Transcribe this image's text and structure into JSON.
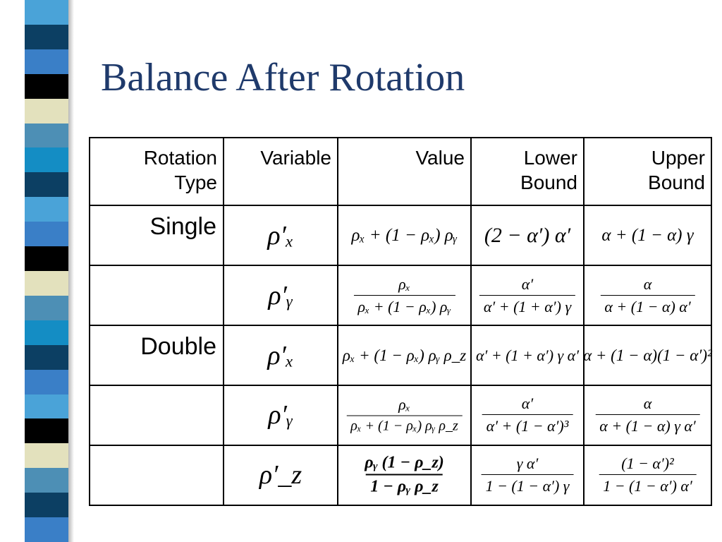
{
  "slide": {
    "title": "Balance After Rotation",
    "stripe_colors": [
      "#4aa3d8",
      "#0c3f63",
      "#3a7fc7",
      "#000000",
      "#e3e1bd",
      "#4d8fb5",
      "#148dc4",
      "#0c3f63",
      "#4aa3d8",
      "#3a7fc7",
      "#000000",
      "#e3e1bd",
      "#4d8fb5",
      "#148dc4",
      "#0c3f63",
      "#3a7fc7",
      "#4aa3d8",
      "#000000",
      "#e3e1bd",
      "#4d8fb5",
      "#0c3f63",
      "#3a7fc7"
    ]
  },
  "table": {
    "headers": [
      "Rotation\nType",
      "Variable",
      "Value",
      "Lower\nBound",
      "Upper\nBound"
    ],
    "rows": [
      {
        "type": "Single",
        "variable": "ρ′ₓ",
        "value": "ρₓ + (1 − ρₓ) ρᵧ",
        "lower": "(2 − α′) α′",
        "upper": "α + (1 − α) γ"
      },
      {
        "type": "",
        "variable": "ρ′ᵧ",
        "value_num": "ρₓ",
        "value_den": "ρₓ + (1 − ρₓ) ρᵧ",
        "lower_num": "α′",
        "lower_den": "α′ + (1 + α′) γ",
        "upper_num": "α",
        "upper_den": "α + (1 − α) α′"
      },
      {
        "type": "Double",
        "variable": "ρ′ₓ",
        "value": "ρₓ + (1 − ρₓ) ρᵧ ρ_z",
        "lower": "α′ + (1 + α′) γ α′",
        "upper": "α + (1 − α)(1 − α′)²"
      },
      {
        "type": "",
        "variable": "ρ′ᵧ",
        "value_num": "ρₓ",
        "value_den": "ρₓ + (1 − ρₓ) ρᵧ ρ_z",
        "lower_num": "α′",
        "lower_den": "α′ + (1 − α′)³",
        "upper_num": "α",
        "upper_den": "α + (1 − α) γ α′"
      },
      {
        "type": "",
        "variable": "ρ′_z",
        "value_num": "ρᵧ (1 − ρ_z)",
        "value_den": "1 − ρᵧ ρ_z",
        "lower_num": "γ α′",
        "lower_den": "1 − (1 − α′) γ",
        "upper_num": "(1 − α′)²",
        "upper_den": "1 − (1 − α′) α′"
      }
    ]
  }
}
